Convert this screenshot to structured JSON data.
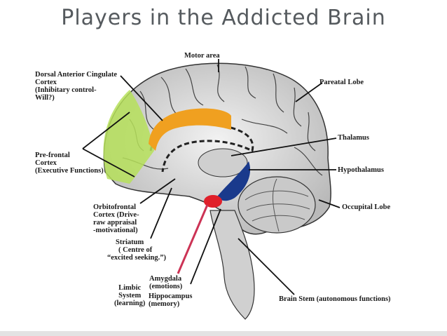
{
  "title": "Players in the Addicted Brain",
  "labels": {
    "motor_area": "Motor area",
    "dacc": [
      "Dorsal Anterior Cingulate",
      "Cortex",
      "(Inhibitary control-",
      "Will?)"
    ],
    "parietal": "Pareatal Lobe",
    "thalamus": "Thalamus",
    "prefrontal": [
      "Pre-frontal",
      "Cortex",
      "(Executive Functions)"
    ],
    "hypothalamus": "Hypothalamus",
    "occipital": "Occupital Lobe",
    "orbitofrontal": [
      "Orbitofrontal",
      "Cortex (Drive-",
      "raw appraisal",
      "-motivational)"
    ],
    "striatum": [
      "Striatum",
      "( Centre of",
      "“excited seeking.”)"
    ],
    "amygdala": [
      "Amygdala",
      "(emotions)"
    ],
    "hippocampus": [
      "Hippocampus",
      "(memory)"
    ],
    "limbic": [
      "Limbic",
      "System",
      "(learning)"
    ],
    "brain_stem": "Brain Stem (autonomous functions)"
  },
  "colors": {
    "prefrontal_region": "#b6e05a",
    "cingulate_region": "#f0a020",
    "hypothalamus_region": "#1a3a8c",
    "amygdala_region": "#e0202a",
    "amygdala_pointer": "#cc3355"
  }
}
